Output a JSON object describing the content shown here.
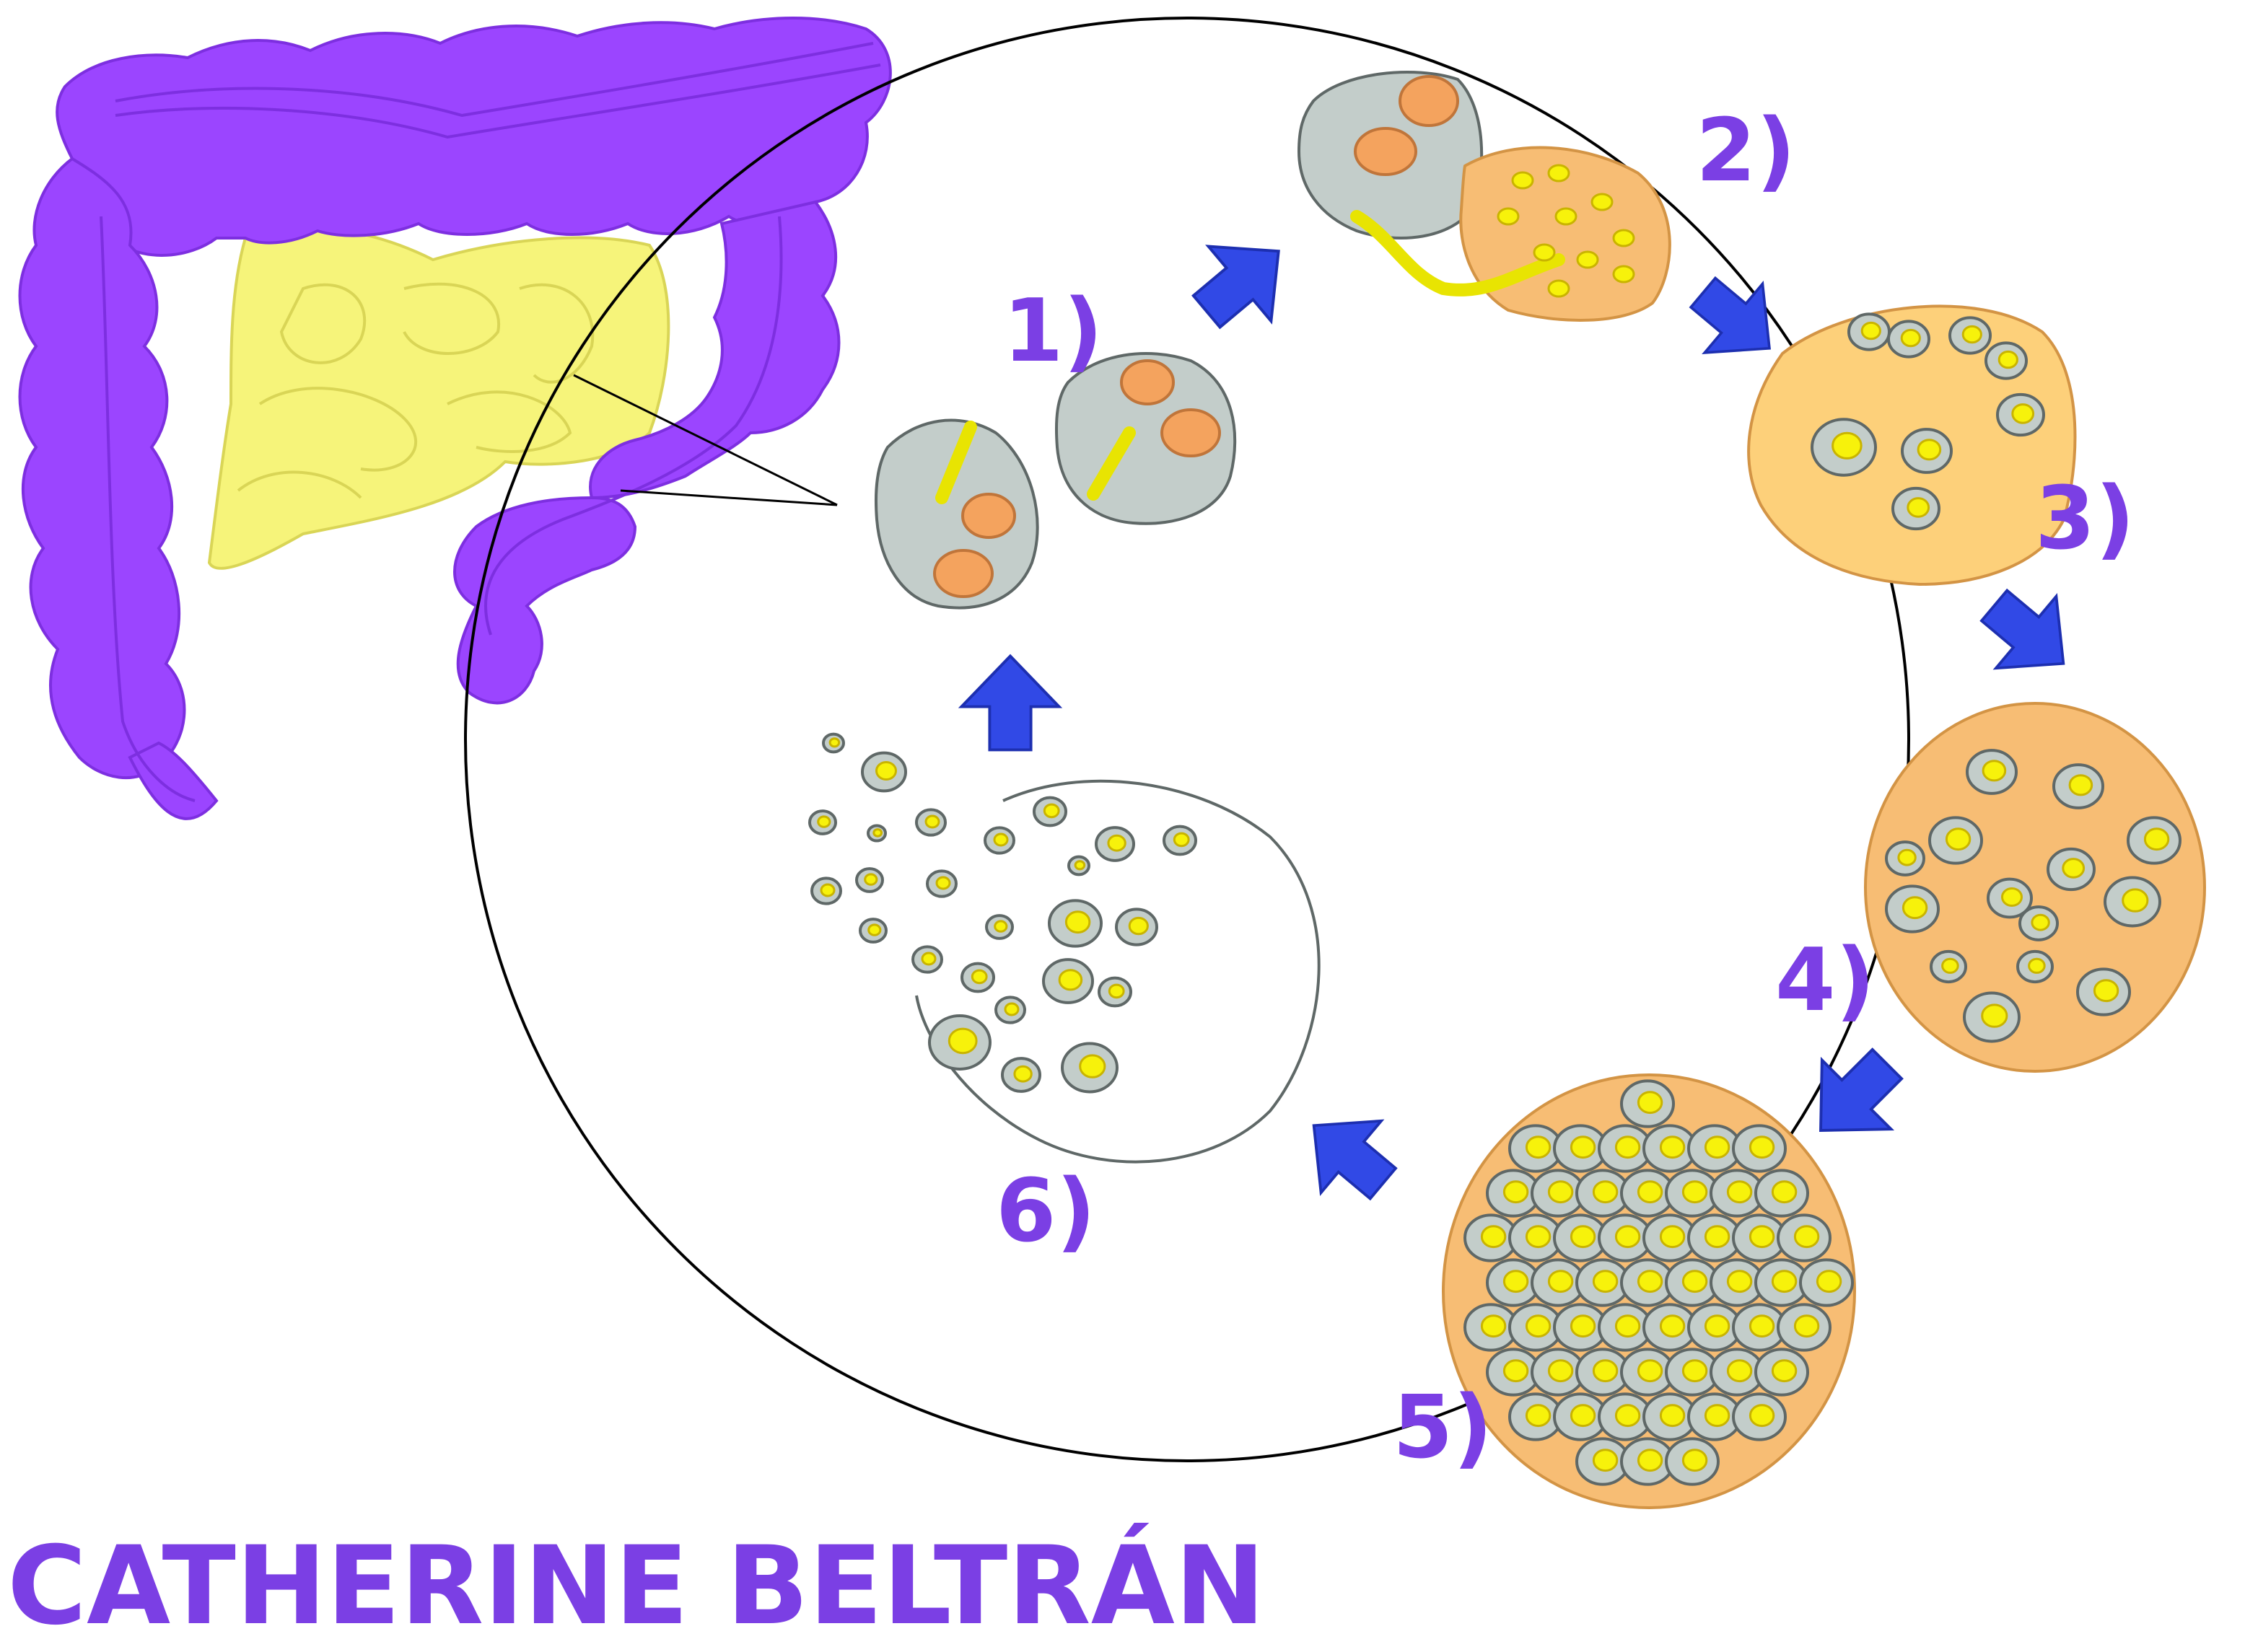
{
  "diagram": {
    "steps": [
      {
        "label": "1)"
      },
      {
        "label": "2)"
      },
      {
        "label": "3)"
      },
      {
        "label": "4)"
      },
      {
        "label": "5)"
      },
      {
        "label": "6)"
      }
    ]
  },
  "author": "CATHERINE BELTRÁN",
  "colors": {
    "intestine_large": "#9b45ff",
    "intestine_small": "#f6f47a",
    "cell_gray": "#c3cdca",
    "cell_outline": "#5f6867",
    "nucleus_orange": "#f4a35e",
    "host_cell_orange": "#f7bd74",
    "sporozoite_yellow": "#f7f20b",
    "arrow_blue": "#3149e6",
    "label_purple": "#7b3fe4"
  }
}
